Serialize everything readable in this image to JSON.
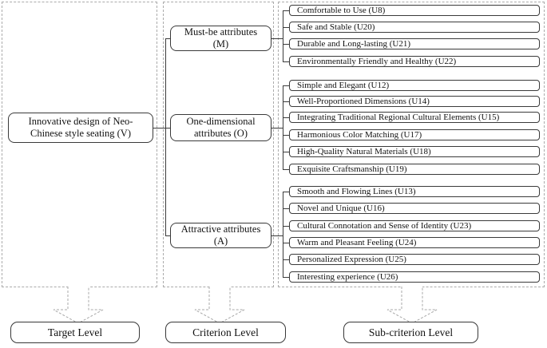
{
  "colors": {
    "connector_line": "#3b3b3b",
    "dashed_border": "#ababab",
    "box_border": "#3a3a3a",
    "background": "#ffffff"
  },
  "target_box": {
    "line1": "Innovative design of Neo-",
    "line2": "Chinese style seating (V)"
  },
  "criterion_boxes": [
    {
      "line1": "Must-be attributes",
      "line2": "(M)"
    },
    {
      "line1": "One-dimensional",
      "line2": "attributes (O)"
    },
    {
      "line1": "Attractive attributes",
      "line2": "(A)"
    }
  ],
  "subcriterion_groups": [
    {
      "name": "must-be",
      "items": [
        "Comfortable to Use (U8)",
        "Safe and Stable (U20)",
        "Durable and Long-lasting (U21)",
        "Environmentally Friendly and Healthy (U22)"
      ]
    },
    {
      "name": "one-dimensional",
      "items": [
        "Simple and Elegant (U12)",
        "Well-Proportioned Dimensions (U14)",
        "Integrating Traditional Regional Cultural Elements (U15)",
        "Harmonious Color Matching (U17)",
        "High-Quality Natural Materials (U18)",
        "Exquisite Craftsmanship (U19)"
      ]
    },
    {
      "name": "attractive",
      "items": [
        "Smooth and Flowing Lines (U13)",
        "Novel and Unique (U16)",
        "Cultural Connotation and Sense of Identity (U23)",
        "Warm and Pleasant Feeling (U24)",
        "Personalized Expression (U25)",
        "Interesting experience (U26)"
      ]
    }
  ],
  "level_labels": [
    "Target Level",
    "Criterion Level",
    "Sub-criterion Level"
  ]
}
